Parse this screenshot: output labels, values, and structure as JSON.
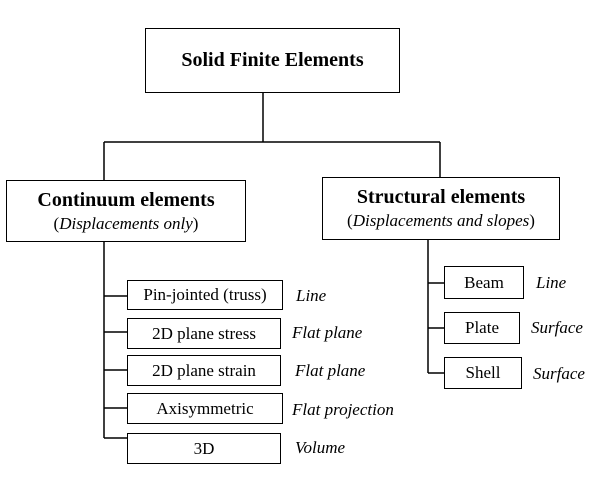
{
  "root": {
    "label": "Solid Finite Elements"
  },
  "continuum": {
    "title": "Continuum elements",
    "paren_open": "(",
    "subtitle": "Displacements only",
    "paren_close": ")",
    "items": [
      {
        "label": "Pin-jointed (truss)",
        "note": "Line"
      },
      {
        "label": "2D plane stress",
        "note": "Flat plane"
      },
      {
        "label": "2D plane strain",
        "note": "Flat plane"
      },
      {
        "label": "Axisymmetric",
        "note": "Flat projection"
      },
      {
        "label": "3D",
        "note": "Volume"
      }
    ]
  },
  "structural": {
    "title": "Structural elements",
    "paren_open": "(",
    "subtitle": "Displacements and slopes",
    "paren_close": ")",
    "items": [
      {
        "label": "Beam",
        "note": "Line"
      },
      {
        "label": "Plate",
        "note": "Surface"
      },
      {
        "label": "Shell",
        "note": "Surface"
      }
    ]
  }
}
